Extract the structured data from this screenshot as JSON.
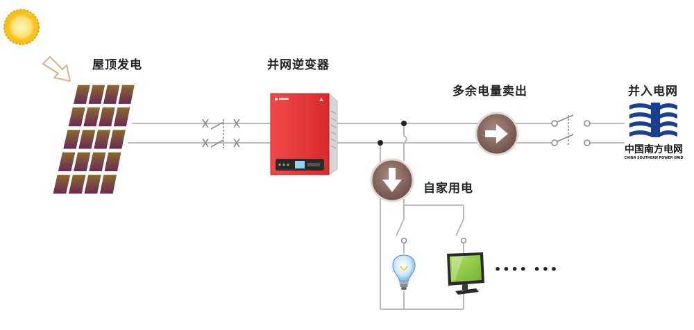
{
  "labels": {
    "rooftop_pv": "屋顶发电",
    "inverter": "并网逆变器",
    "surplus_sell": "多余电量卖出",
    "grid_connect": "并入电网",
    "self_use": "自家用电",
    "more_loads": "•••• •••"
  },
  "grid_logo": {
    "name_cn": "中国南方电网",
    "name_en": "CHINA SOUTHERN POWER GRID"
  },
  "colors": {
    "wire": "#b9b9b9",
    "inverter_red": "#e8373a",
    "arrow_disc": "#8a6a60",
    "panel_top": "#8a6a2c",
    "panel_bottom": "#6a2a56",
    "sun": "#f6c21c",
    "grid_logo_blue": "#1a3f8f",
    "monitor_green": "#8fd13f"
  },
  "icons": {
    "sun": "sun-icon",
    "sunlight_arrow": "arrow-down-right-icon",
    "flow_right": "arrow-right-icon",
    "flow_down": "arrow-down-icon",
    "bulb": "light-bulb-icon",
    "monitor": "monitor-icon"
  }
}
